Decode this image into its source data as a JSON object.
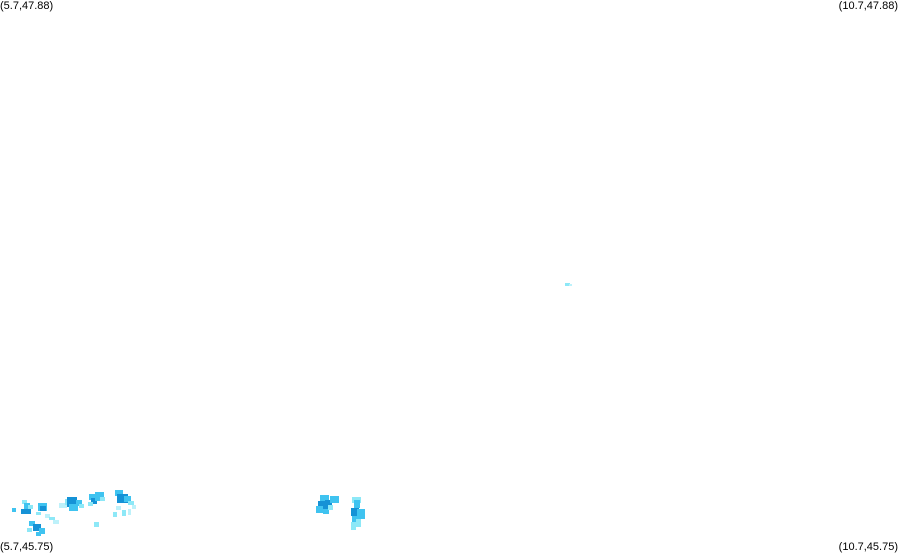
{
  "map": {
    "corners": {
      "top_left": "(5.7,47.88)",
      "top_right": "(10.7,47.88)",
      "bottom_left": "(5.7,45.75)",
      "bottom_right": "(10.7,45.75)"
    },
    "extent": {
      "lon_min": 5.7,
      "lon_max": 10.7,
      "lat_min": 45.75,
      "lat_max": 47.88
    },
    "colors": {
      "background": "#ffffff",
      "light": "#8de8f7",
      "medium": "#3fc3f0",
      "dark": "#1592d6"
    }
  }
}
